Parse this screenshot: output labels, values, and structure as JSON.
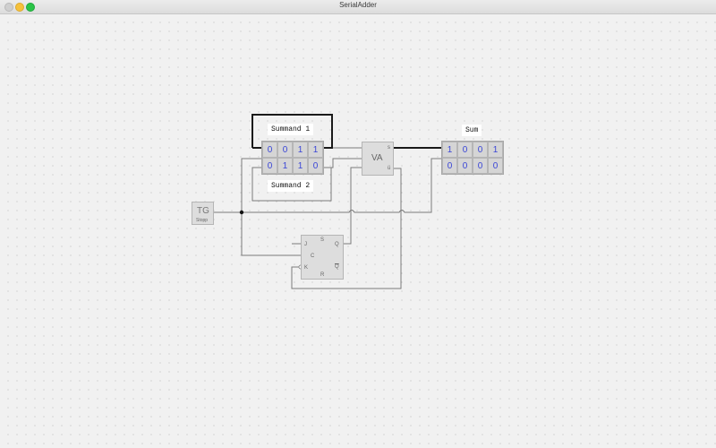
{
  "window": {
    "title": "SerialAdder"
  },
  "labels": {
    "summand1": "Summand 1",
    "summand2": "Summand 2",
    "sum": "Sum"
  },
  "summand_register": {
    "row1": [
      "0",
      "0",
      "1",
      "1"
    ],
    "row2": [
      "0",
      "1",
      "1",
      "0"
    ]
  },
  "sum_register": {
    "row1": [
      "1",
      "0",
      "0",
      "1"
    ],
    "row2": [
      "0",
      "0",
      "0",
      "0"
    ]
  },
  "adder": {
    "label": "VA",
    "pin_s": "s",
    "pin_u": "ü"
  },
  "timer": {
    "label": "TG",
    "sub": "Stopp"
  },
  "flipflop": {
    "pin_j": "J",
    "pin_c": "C",
    "pin_k": "K",
    "pin_s": "S",
    "pin_r": "R",
    "pin_q": "Q",
    "pin_qbar": "Q"
  },
  "colors": {
    "value_blue": "#3a46d6",
    "wire": "#7a7a7a",
    "bus": "#1a1a1a"
  }
}
